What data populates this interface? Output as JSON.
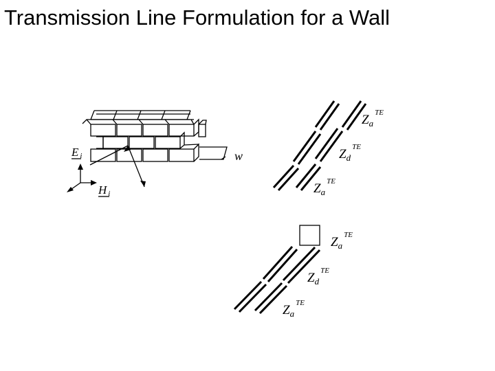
{
  "title": "Transmission Line Formulation for a Wall",
  "labels": {
    "impedance_symbol": "Z",
    "air_sub": "a",
    "dielectric_sub": "d",
    "mode_sup": "TE",
    "width": "w",
    "e_field": "E",
    "h_field": "H",
    "incident_sub": "i"
  }
}
